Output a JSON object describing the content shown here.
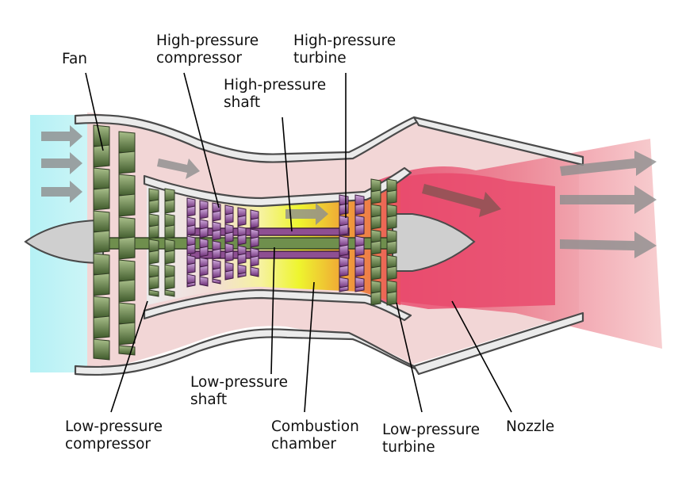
{
  "labels": {
    "fan": "Fan",
    "hp_compressor": [
      "High-pressure",
      "compressor"
    ],
    "hp_turbine": [
      "High-pressure",
      "turbine"
    ],
    "hp_shaft": [
      "High-pressure",
      "shaft"
    ],
    "lp_shaft": [
      "Low-pressure",
      "shaft"
    ],
    "lp_compressor": [
      "Low-pressure",
      "compressor"
    ],
    "combustion": [
      "Combustion",
      "chamber"
    ],
    "lp_turbine": [
      "Low-pressure",
      "turbine"
    ],
    "nozzle": "Nozzle"
  },
  "colors": {
    "intake_air": "#b9f3f6",
    "bypass_air": "#f0d3d3",
    "combustion": "#eef52e",
    "exhaust": "#e8476a",
    "low_pressure_parts": "#6f8f4d",
    "high_pressure_parts": "#8e4f92",
    "spinner": "#cfcfcf"
  }
}
